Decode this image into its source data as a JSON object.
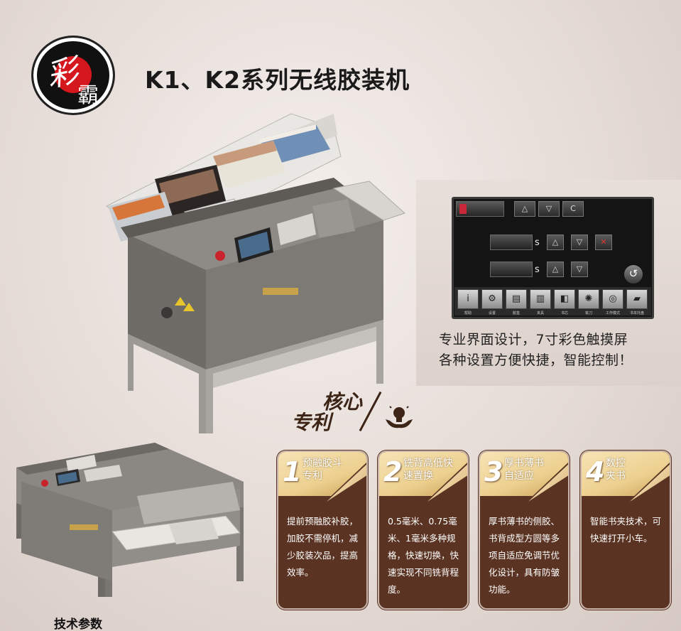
{
  "page": {
    "title": "K1、K2系列无线胶装机",
    "spec_title": "技术参数"
  },
  "screen_panel": {
    "caption_line1": "专业界面设计，7寸彩色触摸屏",
    "caption_line2": "各种设置方便快捷，智能控制！",
    "top_buttons": [
      "△",
      "▽",
      "C"
    ],
    "unit_label": "s",
    "toolbar": [
      "帮助",
      "设置",
      "胶盒",
      "夹具",
      "书芯",
      "铣刀",
      "工作模式",
      "书本托盘"
    ]
  },
  "patent_badge": {
    "line1": "核心",
    "line2": "专利"
  },
  "features": [
    {
      "number": "1",
      "title_line1": "预融胶斗",
      "title_line2": "专利",
      "body": "提前预融胶补胶，加胶不需停机，减少胶装次品，提高效率。"
    },
    {
      "number": "2",
      "title_line1": "铣背高低快",
      "title_line2": "速置换",
      "body": "0.5毫米、0.75毫米、1毫米多种规格，快速切换，快速实现不同铣背程度。"
    },
    {
      "number": "3",
      "title_line1": "厚书薄书",
      "title_line2": "自适应",
      "body": "厚书薄书的侧胶、书背成型方圆等多项自适应免调节优化设计，具有防皱功能。"
    },
    {
      "number": "4",
      "title_line1": "数控",
      "title_line2": "夹书",
      "body": "智能书夹技术，可快速打开小车。"
    }
  ],
  "colors": {
    "card_brown": "#5a3322",
    "card_gold": "#ecd08f",
    "logo_red": "#d5181e",
    "machine_gray": "#7a7874"
  }
}
